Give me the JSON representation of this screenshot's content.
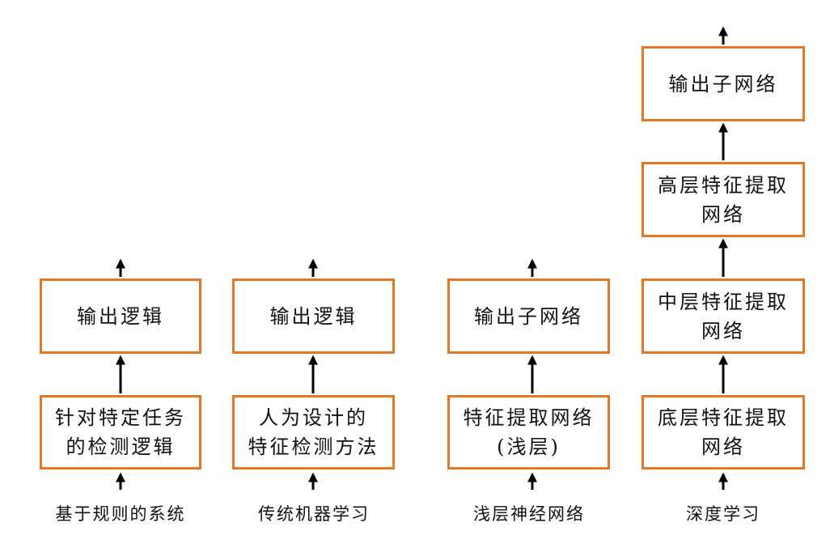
{
  "colors": {
    "box_border": "#e07a2a",
    "arrow": "#000000"
  },
  "columns": [
    {
      "label": "基于规则的系统",
      "boxes": [
        "针对特定任务\n的检测逻辑",
        "输出逻辑"
      ]
    },
    {
      "label": "传统机器学习",
      "boxes": [
        "人为设计的\n特征检测方法",
        "输出逻辑"
      ]
    },
    {
      "label": "浅层神经网络",
      "boxes": [
        "特征提取网络\n(浅层)",
        "输出子网络"
      ]
    },
    {
      "label": "深度学习",
      "boxes": [
        "底层特征提取\n网络",
        "中层特征提取\n网络",
        "高层特征提取\n网络",
        "输出子网络"
      ]
    }
  ]
}
